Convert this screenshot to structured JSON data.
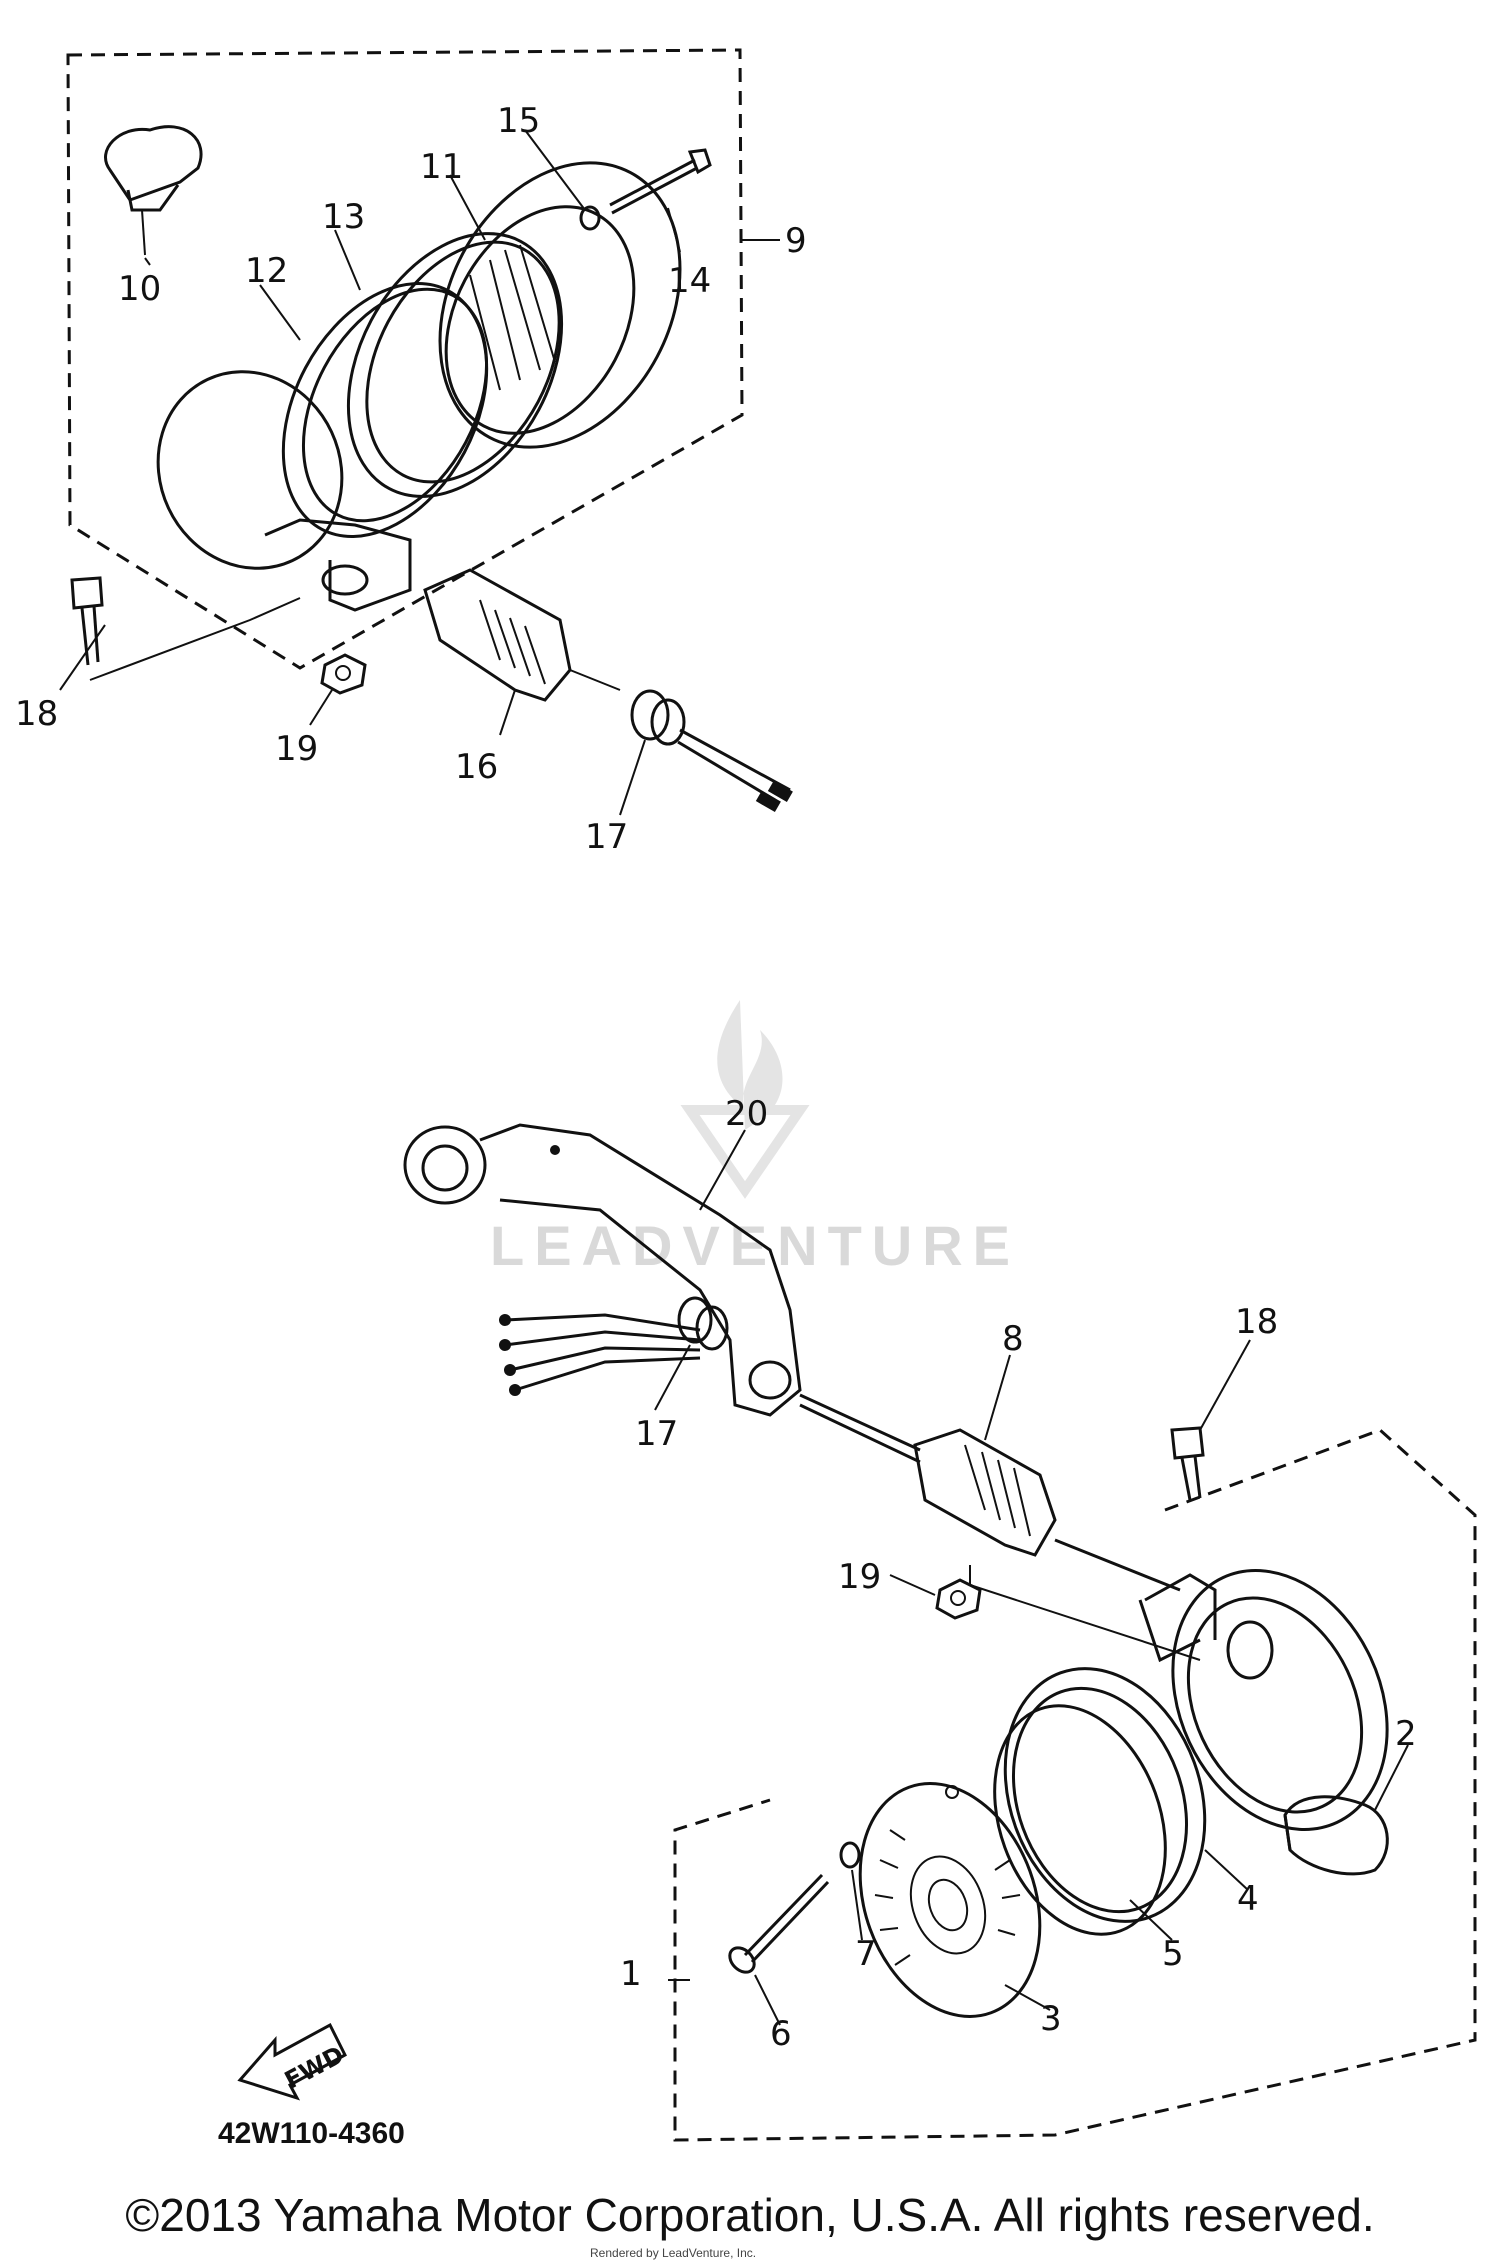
{
  "diagram": {
    "part_numbers": [
      "1",
      "2",
      "3",
      "4",
      "5",
      "6",
      "7",
      "8",
      "9",
      "10",
      "11",
      "12",
      "13",
      "14",
      "15",
      "16",
      "17",
      "18",
      "19",
      "20"
    ],
    "drawing_code": "42W110-4360",
    "fwd_label": "FWD",
    "watermark": "LEADVENTURE",
    "copyright": "©2013 Yamaha Motor Corporation, U.S.A. All rights reserved.",
    "small_note": "Rendered by LeadVenture, Inc."
  }
}
